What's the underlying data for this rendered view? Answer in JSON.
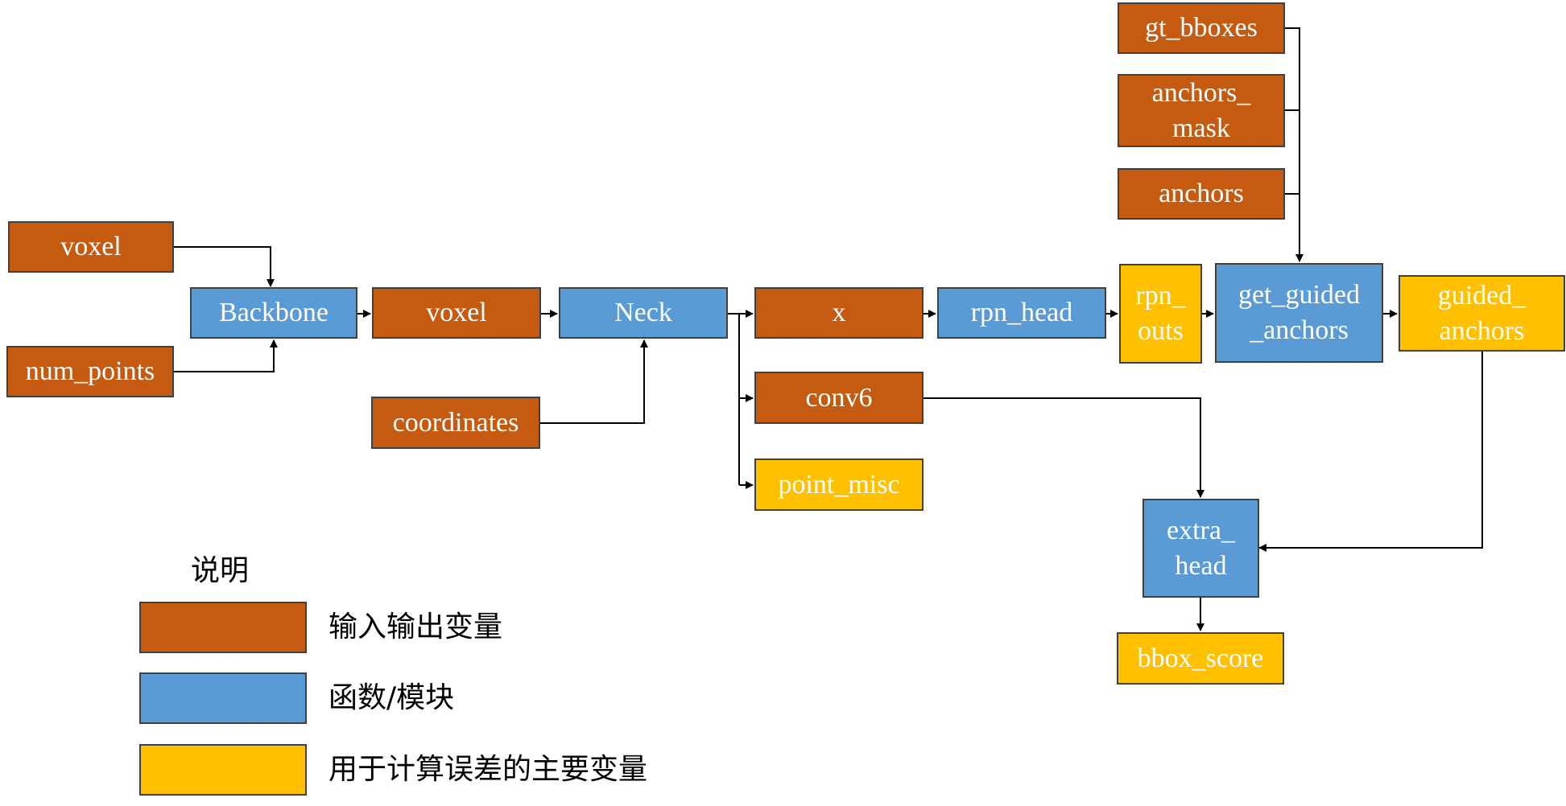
{
  "colors": {
    "io": "#C55A11",
    "func": "#5B9BD5",
    "loss": "#FFC000"
  },
  "nodes": {
    "voxel_in": "voxel",
    "num_points": "num_points",
    "backbone": "Backbone",
    "voxel_mid": "voxel",
    "coordinates": "coordinates",
    "neck": "Neck",
    "x": "x",
    "conv6": "conv6",
    "point_misc": "point_misc",
    "rpn_head": "rpn_head",
    "rpn_outs": "rpn_\nouts",
    "gt_bboxes": "gt_bboxes",
    "anchors_mask": "anchors_\nmask",
    "anchors": "anchors",
    "get_guided_anchors": "get_guided\n_anchors",
    "guided_anchors": "guided_\nanchors",
    "extra_head": "extra_\nhead",
    "bbox_score": "bbox_score"
  },
  "legend": {
    "title": "说明",
    "items": [
      {
        "label": "输入输出变量",
        "kind": "io"
      },
      {
        "label": "函数/模块",
        "kind": "func"
      },
      {
        "label": "用于计算误差的主要变量",
        "kind": "loss"
      }
    ]
  }
}
